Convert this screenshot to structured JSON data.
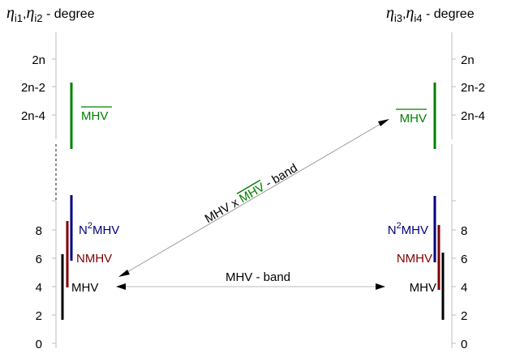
{
  "header_left": {
    "eta": "η",
    "sub1": "i1",
    "sep": ",",
    "sub2": "i2",
    "suffix": " - degree"
  },
  "header_right": {
    "eta": "η",
    "sub1": "i3",
    "sep": ",",
    "sub2": "i4",
    "suffix": " - degree"
  },
  "ticks": {
    "upper": [
      "2n",
      "2n-2",
      "2n-4"
    ],
    "lower": [
      "8",
      "6",
      "4",
      "2",
      "0"
    ]
  },
  "bands": {
    "mhv_bar": {
      "text": "MHV",
      "color": "#008000"
    },
    "n2mhv": {
      "prefix": "N",
      "sup": "2",
      "suffix": "MHV",
      "color": "#000080"
    },
    "nmhv": {
      "text": "NMHV",
      "color": "#800000"
    },
    "mhv": {
      "text": "MHV",
      "color": "#000000"
    }
  },
  "arrows": {
    "mhv_band": "MHV - band",
    "cross_prefix": "MHV x ",
    "cross_bar": "MHV",
    "cross_suffix": " - band"
  },
  "colors": {
    "axis": "#bdbdbd",
    "dotted": "#555555",
    "arrow": "#000000"
  }
}
